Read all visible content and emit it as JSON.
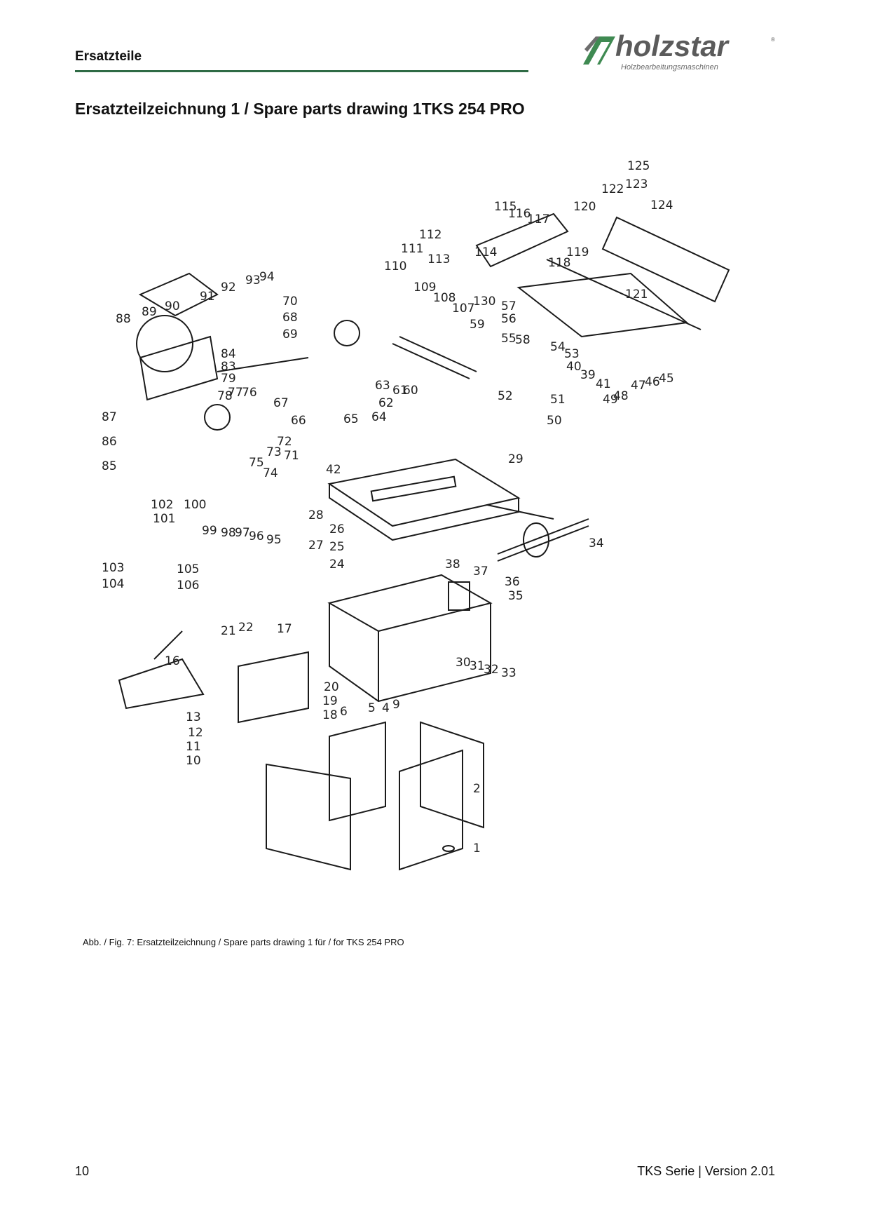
{
  "header": {
    "section": "Ersatzteile",
    "logo_text": "holzstar",
    "logo_subtitle": "Holzbearbeitungsmaschinen",
    "logo_registered": "®"
  },
  "title": "Ersatzteilzeichnung 1 / Spare parts drawing 1TKS 254 PRO",
  "drawing": {
    "part_numbers": [
      "1",
      "2",
      "4",
      "5",
      "6",
      "9",
      "10",
      "11",
      "12",
      "13",
      "16",
      "17",
      "18",
      "19",
      "20",
      "21",
      "22",
      "24",
      "25",
      "26",
      "27",
      "28",
      "29",
      "30",
      "31",
      "32",
      "33",
      "34",
      "35",
      "36",
      "37",
      "38",
      "39",
      "40",
      "41",
      "42",
      "45",
      "46",
      "47",
      "48",
      "49",
      "50",
      "51",
      "52",
      "53",
      "54",
      "55",
      "56",
      "57",
      "58",
      "59",
      "60",
      "61",
      "62",
      "63",
      "64",
      "65",
      "66",
      "67",
      "68",
      "69",
      "70",
      "71",
      "72",
      "73",
      "74",
      "75",
      "76",
      "77",
      "78",
      "79",
      "83",
      "84",
      "85",
      "86",
      "87",
      "88",
      "89",
      "90",
      "91",
      "92",
      "93",
      "94",
      "95",
      "96",
      "97",
      "98",
      "99",
      "100",
      "101",
      "102",
      "103",
      "104",
      "105",
      "106",
      "107",
      "108",
      "109",
      "110",
      "111",
      "112",
      "113",
      "114",
      "115",
      "116",
      "117",
      "118",
      "119",
      "120",
      "121",
      "122",
      "123",
      "124",
      "125",
      "130"
    ]
  },
  "caption": "Abb. / Fig. 7: Ersatzteilzeichnung / Spare parts drawing 1 für / for TKS 254 PRO",
  "footer": {
    "page_number": "10",
    "document": "TKS Serie | Version 2.01"
  }
}
